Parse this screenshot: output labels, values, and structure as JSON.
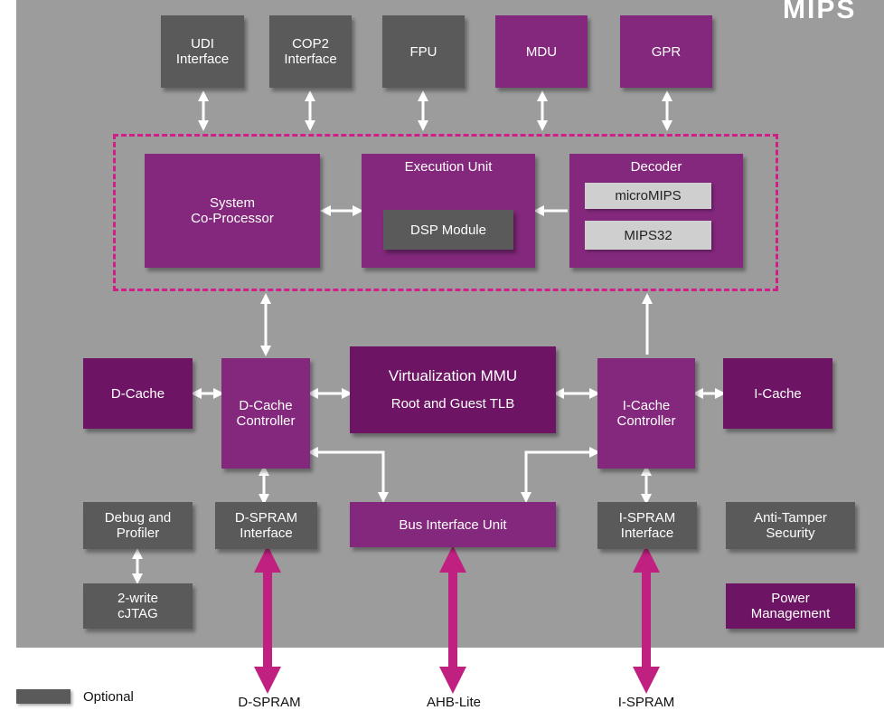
{
  "logo_text": "MIPS",
  "blocks": {
    "udi": "UDI\nInterface",
    "cop2": "COP2\nInterface",
    "fpu": "FPU",
    "mdu": "MDU",
    "gpr": "GPR",
    "syscop": "System\nCo-Processor",
    "exec_unit": "Execution Unit",
    "dsp": "DSP Module",
    "decoder": "Decoder",
    "micromips": "microMIPS",
    "mips32": "MIPS32",
    "dcache": "D-Cache",
    "dcache_ctrl": "D-Cache\nController",
    "vmmu": "Virtualization MMU",
    "tlb": "Root and Guest TLB",
    "icache_ctrl": "I-Cache\nController",
    "icache": "I-Cache",
    "debug": "Debug and\nProfiler",
    "dspram_if": "D-SPRAM\nInterface",
    "biu": "Bus Interface Unit",
    "ispram_if": "I-SPRAM\nInterface",
    "antitamper": "Anti-Tamper\nSecurity",
    "cjtag": "2-write\ncJTAG",
    "power": "Power\nManagement"
  },
  "bottom_labels": {
    "dspram": "D-SPRAM",
    "ahb": "AHB-Lite",
    "ispram": "I-SPRAM"
  },
  "legend": {
    "optional": "Optional"
  },
  "colors": {
    "background": "#9c9c9c",
    "optional_gray": "#5a5a5a",
    "core_purple": "#83287c",
    "dark_purple": "#6d1564",
    "dashed_border": "#d11e88",
    "bus_arrow": "#c0207f"
  }
}
